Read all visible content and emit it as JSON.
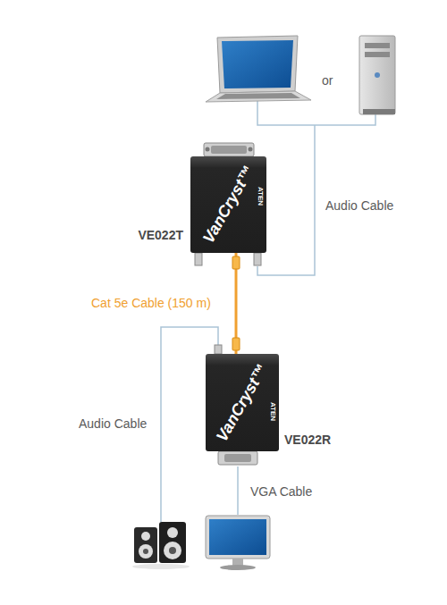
{
  "diagram": {
    "nodes": [
      {
        "text": [
          "VanCryst™",
          "ATEN",
          "VE022T"
        ]
      },
      {
        "text": [
          "VanCryst™",
          "ATEN",
          "VE022R"
        ]
      }
    ],
    "edges": [
      {
        "from": 0,
        "to": 1,
        "arrow": "none",
        "label": "Cat 5e Cable (150 m)"
      }
    ],
    "labels": [
      "or",
      "Audio Cable",
      "Audio Cable",
      "VGA Cable"
    ]
  }
}
